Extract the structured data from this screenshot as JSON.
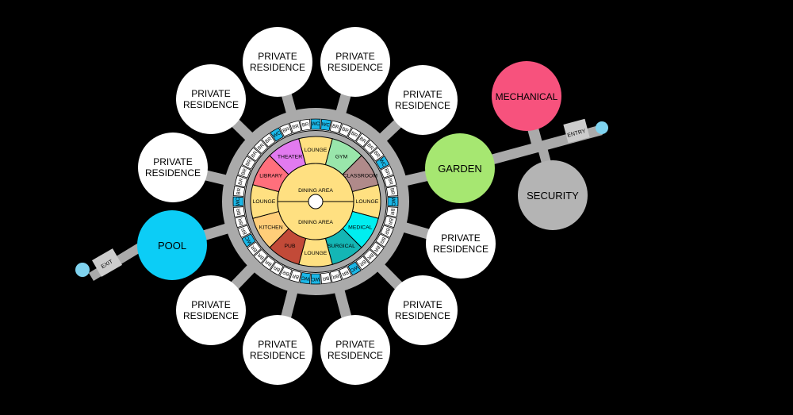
{
  "residences": [
    {
      "line1": "PRIVATE",
      "line2": "RESIDENCE"
    },
    {
      "line1": "PRIVATE",
      "line2": "RESIDENCE"
    },
    {
      "line1": "PRIVATE",
      "line2": "RESIDENCE"
    },
    {
      "line1": "PRIVATE",
      "line2": "RESIDENCE"
    },
    {
      "line1": "PRIVATE",
      "line2": "RESIDENCE"
    },
    {
      "line1": "PRIVATE",
      "line2": "RESIDENCE"
    },
    {
      "line1": "PRIVATE",
      "line2": "RESIDENCE"
    },
    {
      "line1": "PRIVATE",
      "line2": "RESIDENCE"
    },
    {
      "line1": "PRIVATE",
      "line2": "RESIDENCE"
    },
    {
      "line1": "PRIVATE",
      "line2": "RESIDENCE"
    }
  ],
  "facilities": {
    "pool": "POOL",
    "garden": "GARDEN",
    "mechanical": "MECHANICAL",
    "security": "SECURITY",
    "exit": "EXIT",
    "entry": "ENTRY"
  },
  "hub": {
    "dining_top": "DINING AREA",
    "dining_bottom": "DINING AREA",
    "rooms": [
      "LOUNGE",
      "GYM",
      "CLASSROOM",
      "LOUNGE",
      "MEDICAL",
      "SURGICAL",
      "LOUNGE",
      "PUB",
      "KITCHEN",
      "LOUNGE",
      "LIBRARY",
      "THEATER"
    ],
    "room_colors": [
      "#ffe081",
      "#99e6ab",
      "#b08a8a",
      "#ffe081",
      "#00eef0",
      "#14b6b5",
      "#ffe081",
      "#c24a38",
      "#ffce79",
      "#ffe081",
      "#ff6f7c",
      "#e27af0"
    ],
    "bedroom_label": "BR",
    "washroom_label": "WC"
  },
  "colors": {
    "residence": "#ffffff",
    "pool": "#0ccdf6",
    "garden": "#a6e771",
    "mechanical": "#f7527d",
    "security": "#b4b4b4",
    "corridor": "#aaaaaa",
    "dining": "#ffe081",
    "washroom": "#1ab7e7",
    "door_marker": "#7fd3ef"
  }
}
